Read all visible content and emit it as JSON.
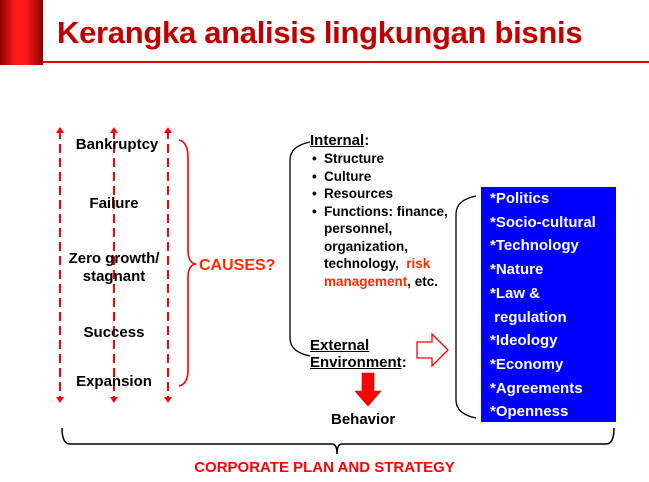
{
  "header": {
    "title": "Kerangka analisis lingkungan bisnis",
    "accent_color": "#c00000"
  },
  "stages": [
    {
      "label": "Bankruptcy"
    },
    {
      "label": "Failure"
    },
    {
      "label": "Zero growth/ stagnant",
      "line1": "Zero growth/",
      "line2": "stagnant"
    },
    {
      "label": "Success"
    },
    {
      "label": "Expansion"
    }
  ],
  "causes_label": "CAUSES?",
  "internal": {
    "heading": "Internal",
    "colon": ":",
    "items": [
      "Structure",
      "Culture",
      "Resources"
    ],
    "functions": {
      "line1": "Functions: finance,",
      "line2": "personnel,",
      "line3": "organization,",
      "line4_black": "technology, ",
      "line4_red": " risk",
      "line5_red": "management",
      "line5_black": ", etc."
    }
  },
  "external": {
    "line1": "External",
    "line2": "Environment",
    "colon": ":"
  },
  "behavior_label": "Behavior",
  "external_factors": [
    "*Politics",
    "*Socio-cultural",
    "*Technology",
    "*Nature",
    "*Law &",
    " regulation",
    "*Ideology",
    "*Economy",
    "*Agreements",
    "*Openness"
  ],
  "footer_label": "CORPORATE PLAN AND STRATEGY",
  "colors": {
    "red": "#ff0000",
    "blue_box": "#0000ff",
    "title_red": "#c00000"
  }
}
